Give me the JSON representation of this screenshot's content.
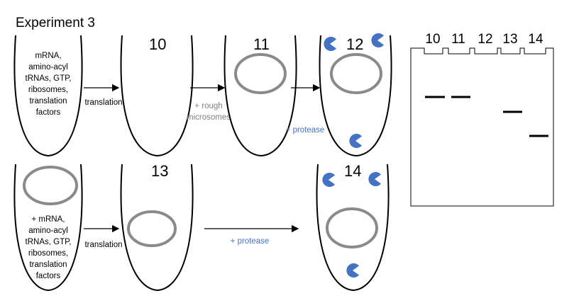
{
  "title": "Experiment 3",
  "tubes": {
    "t10": "10",
    "t11": "11",
    "t12": "12",
    "t13": "13",
    "t14": "14"
  },
  "labels": {
    "mix_top": [
      "mRNA,",
      "amino-acyl",
      "tRNAs, GTP,",
      "ribosomes,",
      "translation",
      "factors"
    ],
    "mix_bottom": [
      "+ mRNA,",
      "amino-acyl",
      "tRNAs, GTP,",
      "ribosomes,",
      "translation",
      "factors"
    ],
    "translation_top": "translation",
    "translation_bottom": "translation",
    "rough_microsomes": [
      "+ rough",
      "microsomes"
    ],
    "protease_top": "+ protease",
    "protease_bottom": "+ protease"
  },
  "gel": {
    "lanes": [
      "10",
      "11",
      "12",
      "13",
      "14"
    ],
    "bands": [
      {
        "lane": "10",
        "level": "high"
      },
      {
        "lane": "11",
        "level": "high"
      },
      {
        "lane": "13",
        "level": "middle"
      },
      {
        "lane": "14",
        "level": "low"
      }
    ]
  },
  "colors": {
    "protease": "#4472c4",
    "microsome": "#8a8a8a",
    "label_grey": "#7f7f7f"
  }
}
